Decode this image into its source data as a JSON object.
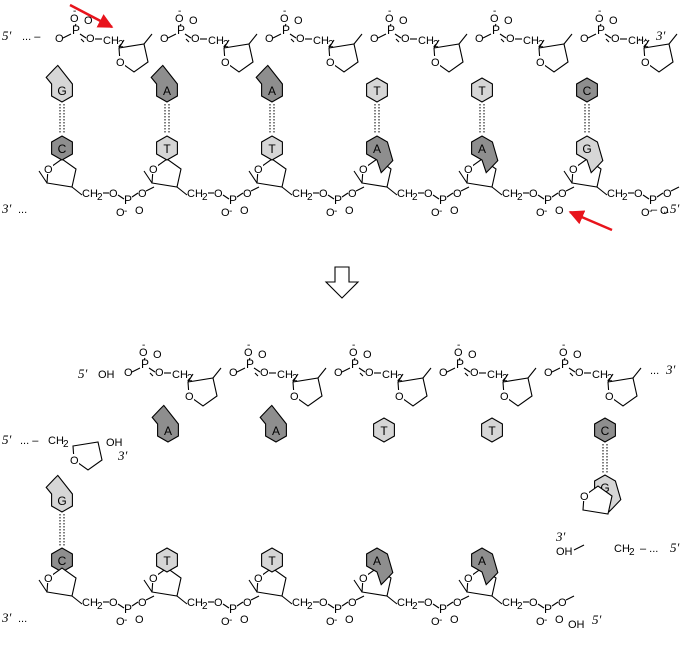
{
  "diagram": {
    "atoms": {
      "phosphorus": "P",
      "oxygen": "O",
      "minus": "-",
      "hydroxyl": "OH",
      "methylene": "CH",
      "sub2": "2",
      "ring_oxygen": "O"
    },
    "ends": {
      "five": "5′",
      "three": "3′",
      "dots": "...",
      "dash": "–",
      "dots_dash": "... –",
      "dash_dots": "– ..."
    },
    "arrow_color": "#e8141c",
    "base_colors": {
      "dark": "#8e8e8e",
      "light": "#d6d6d6"
    },
    "top": {
      "upper_bases": [
        {
          "label": "G",
          "shape": "purine",
          "shade": "light"
        },
        {
          "label": "A",
          "shape": "purine",
          "shade": "dark"
        },
        {
          "label": "A",
          "shape": "purine",
          "shade": "dark"
        },
        {
          "label": "T",
          "shape": "pyrimidine",
          "shade": "light"
        },
        {
          "label": "T",
          "shape": "pyrimidine",
          "shade": "light"
        },
        {
          "label": "C",
          "shape": "pyrimidine",
          "shade": "dark"
        }
      ],
      "lower_bases": [
        {
          "label": "C",
          "shape": "pyrimidine",
          "shade": "dark"
        },
        {
          "label": "T",
          "shape": "pyrimidine",
          "shade": "light"
        },
        {
          "label": "T",
          "shape": "pyrimidine",
          "shade": "light"
        },
        {
          "label": "A",
          "shape": "purine",
          "shade": "dark"
        },
        {
          "label": "A",
          "shape": "purine",
          "shade": "dark"
        },
        {
          "label": "G",
          "shape": "purine",
          "shade": "light"
        }
      ]
    },
    "bottom": {
      "upper_bases": [
        {
          "label": "A",
          "shape": "purine",
          "shade": "dark"
        },
        {
          "label": "A",
          "shape": "purine",
          "shade": "dark"
        },
        {
          "label": "T",
          "shape": "pyrimidine",
          "shade": "light"
        },
        {
          "label": "T",
          "shape": "pyrimidine",
          "shade": "light"
        },
        {
          "label": "C",
          "shape": "pyrimidine",
          "shade": "dark"
        }
      ],
      "lower_bases": [
        {
          "label": "C",
          "shape": "pyrimidine",
          "shade": "dark"
        },
        {
          "label": "T",
          "shape": "pyrimidine",
          "shade": "light"
        },
        {
          "label": "T",
          "shape": "pyrimidine",
          "shade": "light"
        },
        {
          "label": "A",
          "shape": "purine",
          "shade": "dark"
        },
        {
          "label": "A",
          "shape": "purine",
          "shade": "dark"
        }
      ],
      "left_fragment_bases": [
        {
          "label": "G",
          "shape": "purine",
          "shade": "light"
        },
        {
          "label": "C",
          "shape": "pyrimidine",
          "shade": "dark"
        }
      ],
      "right_fragment_base": {
        "label": "G",
        "shape": "purine",
        "shade": "light"
      }
    }
  }
}
